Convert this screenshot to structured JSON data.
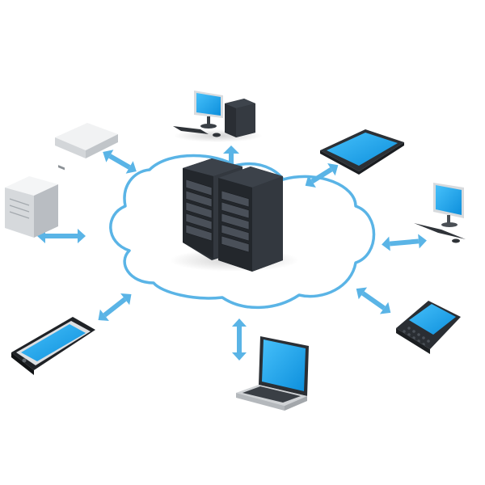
{
  "diagram": {
    "central_node": "server-rack",
    "nodes": [
      "desktop-pc",
      "tablet",
      "monitor-keyboard",
      "smartphone-qwerty",
      "laptop",
      "smartphone-touch",
      "tower-server",
      "network-appliance"
    ],
    "links": [
      "bidirectional",
      "bidirectional",
      "bidirectional",
      "bidirectional",
      "bidirectional",
      "bidirectional",
      "bidirectional",
      "bidirectional"
    ],
    "colors": {
      "cloud_stroke": "#5ab4e6",
      "arrow": "#5ab4e6",
      "screen": "#1aa6ee",
      "rack": "#2a2f36",
      "device_body": "#e8eaec"
    }
  }
}
